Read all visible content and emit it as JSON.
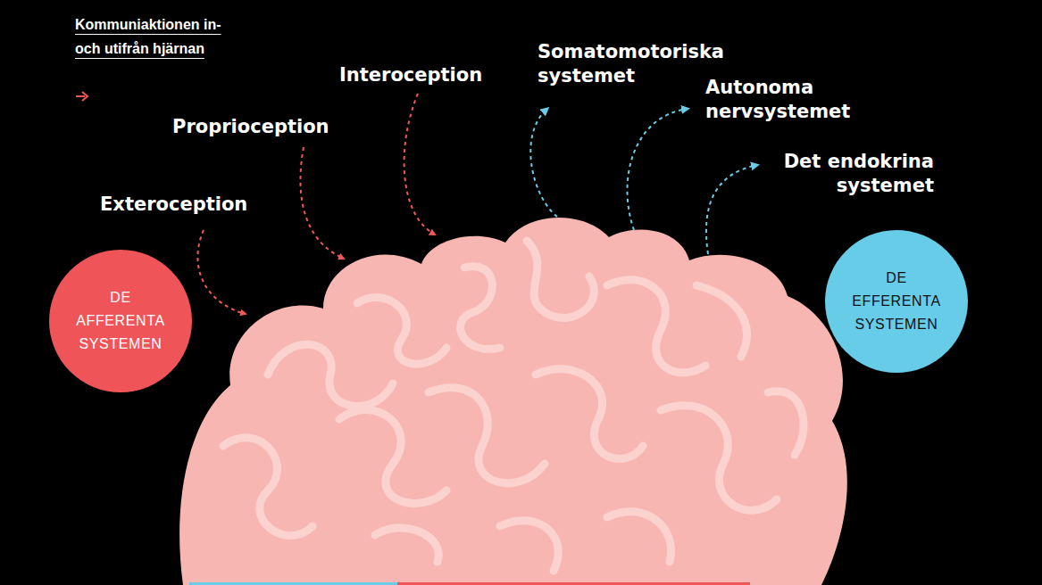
{
  "diagram": {
    "title": "Kommuniaktionen in- och utifrån hjärnan",
    "nodes": [
      {
        "text": [
          "DE AFFERENTA SYSTEMEN"
        ]
      },
      {
        "text": [
          "DE EFFERENTA SYSTEMEN"
        ]
      }
    ],
    "labels": [
      "Exteroception",
      "Proprioception",
      "Interoception",
      "Somatomotoriska systemet",
      "Autonoma nervsystemet",
      "Det endokrina systemet"
    ]
  }
}
